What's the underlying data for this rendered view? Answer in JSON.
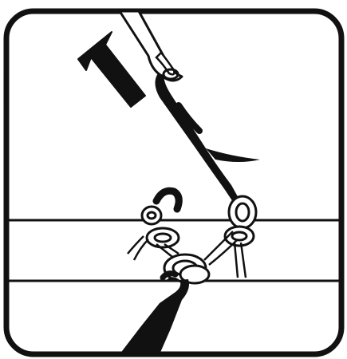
{
  "figure": {
    "kind": "instruction-illustration",
    "subject": "sewing-needle-thread-knot",
    "arrow_direction": "up-left"
  },
  "colors": {
    "ink": "#111111",
    "paper": "#ffffff",
    "thread_light": "#ffffff",
    "frame": "#111111"
  }
}
